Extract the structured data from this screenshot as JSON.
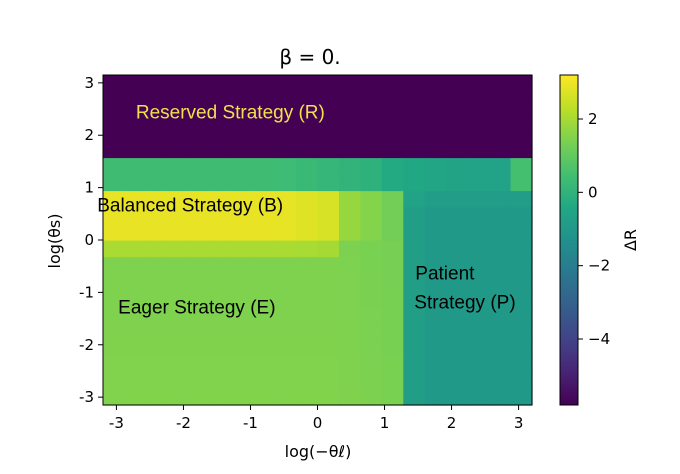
{
  "chart_data": {
    "type": "heatmap",
    "title": "β = 0.",
    "xlabel": "log(−θℓ)",
    "ylabel": "log(θs)",
    "colorbar_label": "ΔR",
    "colormap": "viridis",
    "xlim": [
      -3.2,
      3.2
    ],
    "ylim": [
      -3.15,
      3.15
    ],
    "clim": [
      -5.8,
      3.2
    ],
    "x_ticks": [
      -3,
      -2,
      -1,
      0,
      1,
      2,
      3
    ],
    "x_tick_labels": [
      "-3",
      "-2",
      "-1",
      "0",
      "1",
      "2",
      "3"
    ],
    "y_ticks": [
      -3,
      -2,
      -1,
      0,
      1,
      2,
      3
    ],
    "y_tick_labels": [
      "-3",
      "-2",
      "-1",
      "0",
      "1",
      "2",
      "3"
    ],
    "colorbar_ticks": [
      2,
      0,
      -2,
      -4
    ],
    "colorbar_tick_labels": [
      "2",
      "0",
      "−2",
      "−4"
    ],
    "grid": false,
    "regions": [
      {
        "name": "Reserved Strategy (R)",
        "y_from": 1.5,
        "y_to": 3.15,
        "value": -5.8
      },
      {
        "name": "Balanced Strategy (B)",
        "x_to": 0.2,
        "y_from": 0.0,
        "y_to": 1.0,
        "value": 2.9
      },
      {
        "name": "Eager Strategy (E)",
        "x_to": 1.2,
        "y_to": 0.0,
        "value": 1.5
      },
      {
        "name": "Patient Strategy (P)",
        "x_from": 1.2,
        "y_to": 1.0,
        "value": -1.0
      }
    ],
    "annotations": [
      {
        "text": "Reserved Strategy (R)",
        "x": -1.3,
        "y": 2.45,
        "color": "#f0e14a"
      },
      {
        "text": "Balanced Strategy (B)",
        "x": -1.9,
        "y": 0.68,
        "color": "#000000"
      },
      {
        "text": "Eager Strategy (E)",
        "x": -1.8,
        "y": -1.27,
        "color": "#000000"
      },
      {
        "text": "Patient",
        "x": 1.9,
        "y": -0.62,
        "color": "#000000"
      },
      {
        "text": "Strategy (P)",
        "x": 2.2,
        "y": -1.17,
        "color": "#000000"
      }
    ]
  }
}
